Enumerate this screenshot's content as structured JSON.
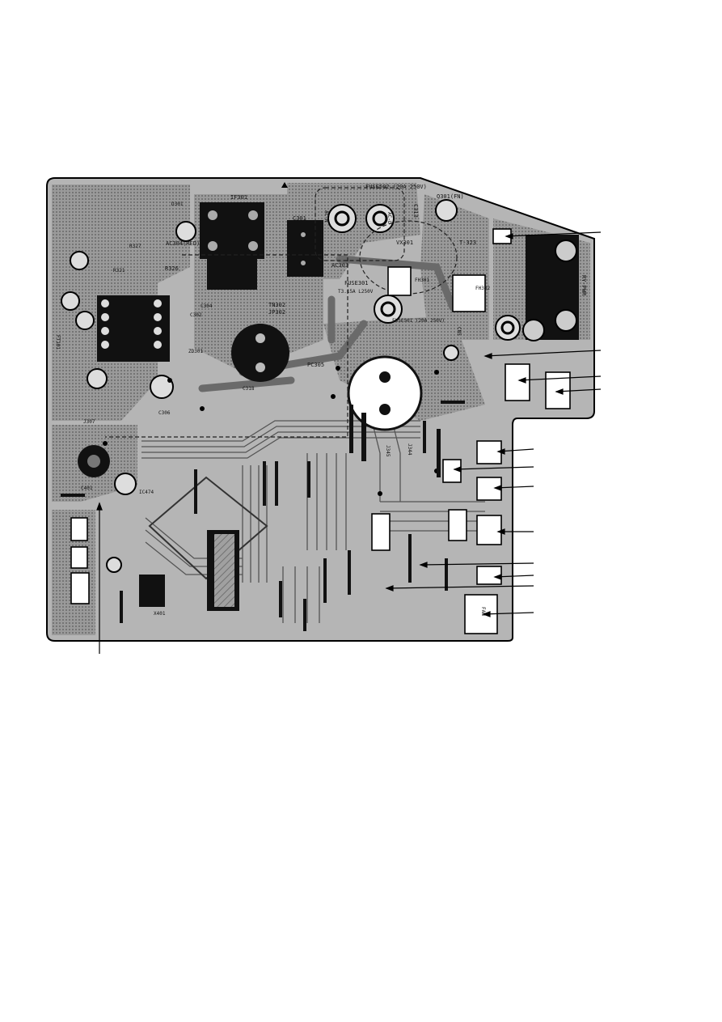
{
  "board": {
    "silk": {
      "fuse502": "FUSE502 (20A 250V)",
      "fuse501": "FUSE501 (20A 250V)",
      "fuse301": "FUSE301",
      "fuse301_rating": "T3.15A L250V",
      "c313": "C313",
      "q301": "Q301(FN)",
      "if301": "IF301",
      "c301": "C301",
      "ac303": "AC303",
      "ac304": "AC304(RED)",
      "vx301": "VX301",
      "t323": "T-323",
      "fh301": "FH301",
      "fh302": "FH302",
      "tn302": "TN302",
      "jp302": "JP302",
      "r326": "R326",
      "r327": "R327",
      "r321": "R321",
      "c302": "C302",
      "c304": "C304",
      "pc305": "PC305",
      "zd301": "ZD301",
      "c306": "C306",
      "c318": "C318",
      "ft101": "FT101",
      "ry_pwr": "RY-PWR",
      "c401": "C401",
      "ic474": "IC474",
      "j307": "J307",
      "x401": "X401",
      "d301": "D301",
      "j344": "J344",
      "j345": "J345",
      "fan": "FAN",
      "cn5": "CN5",
      "ac_n": "AC-N",
      "ac_l": "AC-L"
    }
  },
  "colors": {
    "copper": "#8a8a8a",
    "copper_dark": "#3c3c3c",
    "board_edge": "#000000",
    "solder": "#111111",
    "watermark": "#7878e6"
  }
}
